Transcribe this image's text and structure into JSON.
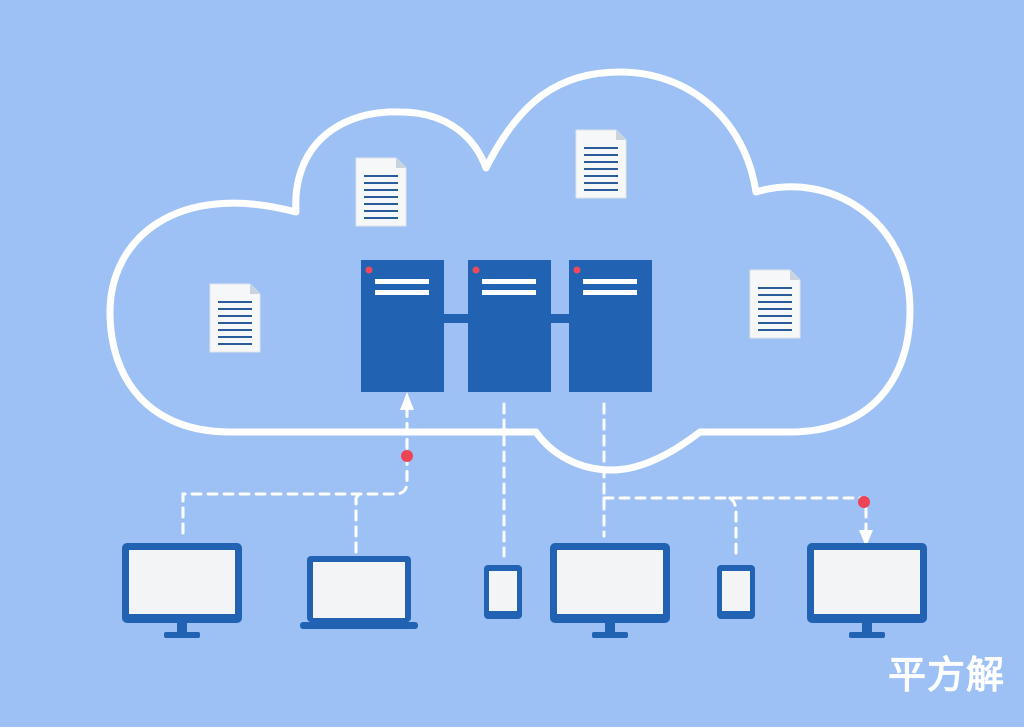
{
  "watermark": {
    "text": "平方解"
  },
  "colors": {
    "background": "#9dc1f4",
    "cloud_outline": "#ffffff",
    "server": "#2262b3",
    "server_led": "#f04a5a",
    "node_dot": "#ee4556",
    "device_body": "#2262b3",
    "device_screen": "#f2f4f6",
    "paper": "#f6f7f8",
    "paper_lines": "#2a5c9c",
    "connector": "#ffffff"
  },
  "diagram": {
    "servers": [
      "server",
      "server",
      "server"
    ],
    "documents": [
      "document",
      "document",
      "document",
      "document"
    ],
    "devices": [
      "monitor",
      "laptop",
      "phone",
      "monitor",
      "phone",
      "monitor"
    ]
  }
}
